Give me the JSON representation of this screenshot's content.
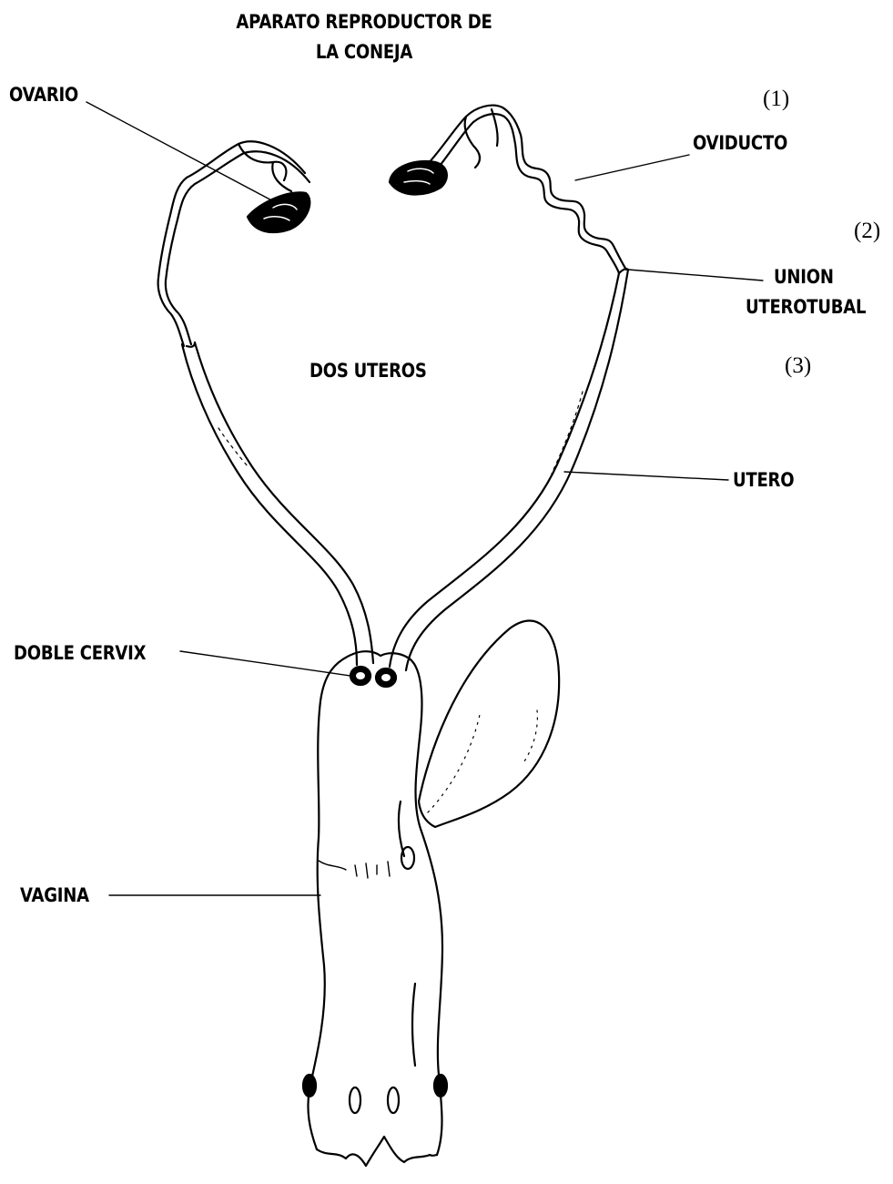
{
  "title": {
    "line1": "APARATO REPRODUCTOR DE",
    "line2": "LA CONEJA"
  },
  "labels": {
    "ovario": "OVARIO",
    "oviducto": "OVIDUCTO",
    "union_line1": "UNION",
    "union_line2": "UTEROTUBAL",
    "dos_uteros": "DOS UTEROS",
    "utero": "UTERO",
    "doble_cervix": "DOBLE CERVIX",
    "vagina": "VAGINA"
  },
  "markers": {
    "m1": "(1)",
    "m2": "(2)",
    "m3": "(3)"
  },
  "colors": {
    "ink": "#000000",
    "background": "#ffffff"
  }
}
